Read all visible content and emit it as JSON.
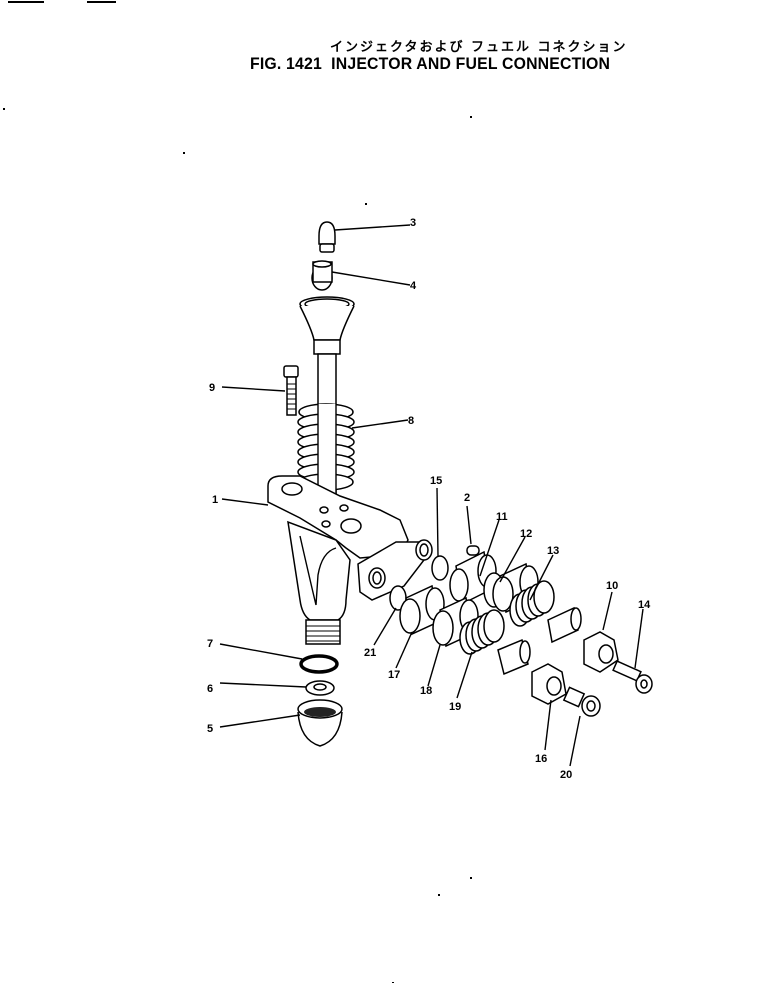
{
  "header": {
    "title_jp": "インジェクタおよび フュエル コネクション",
    "figure_number": "FIG. 1421",
    "title_en": "INJECTOR AND FUEL CONNECTION"
  },
  "diagram": {
    "type": "exploded-parts-view",
    "callouts": [
      {
        "id": "1",
        "label": "1"
      },
      {
        "id": "2",
        "label": "2"
      },
      {
        "id": "3",
        "label": "3"
      },
      {
        "id": "4",
        "label": "4"
      },
      {
        "id": "5",
        "label": "5"
      },
      {
        "id": "6",
        "label": "6"
      },
      {
        "id": "7",
        "label": "7"
      },
      {
        "id": "8",
        "label": "8"
      },
      {
        "id": "9",
        "label": "9"
      },
      {
        "id": "10",
        "label": "10"
      },
      {
        "id": "11",
        "label": "11"
      },
      {
        "id": "12",
        "label": "12"
      },
      {
        "id": "13",
        "label": "13"
      },
      {
        "id": "14",
        "label": "14"
      },
      {
        "id": "15",
        "label": "15"
      },
      {
        "id": "16",
        "label": "16"
      },
      {
        "id": "17",
        "label": "17"
      },
      {
        "id": "18",
        "label": "18"
      },
      {
        "id": "19",
        "label": "19"
      },
      {
        "id": "20",
        "label": "20"
      },
      {
        "id": "21",
        "label": "21"
      }
    ]
  }
}
